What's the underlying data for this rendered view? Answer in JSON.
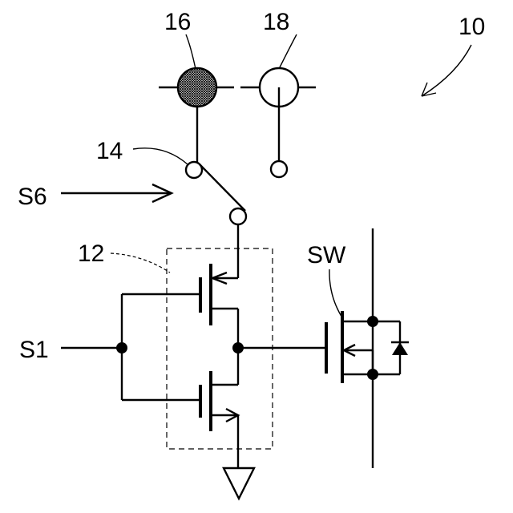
{
  "labels": {
    "device": "10",
    "driver": "12",
    "switch_node": "14",
    "lamp_on": "16",
    "lamp_off": "18",
    "signal_s6": "S6",
    "signal_s1": "S1",
    "switch_sw": "SW"
  },
  "colors": {
    "line": "#000000",
    "background": "#ffffff",
    "lamp_fill": "#333333"
  }
}
